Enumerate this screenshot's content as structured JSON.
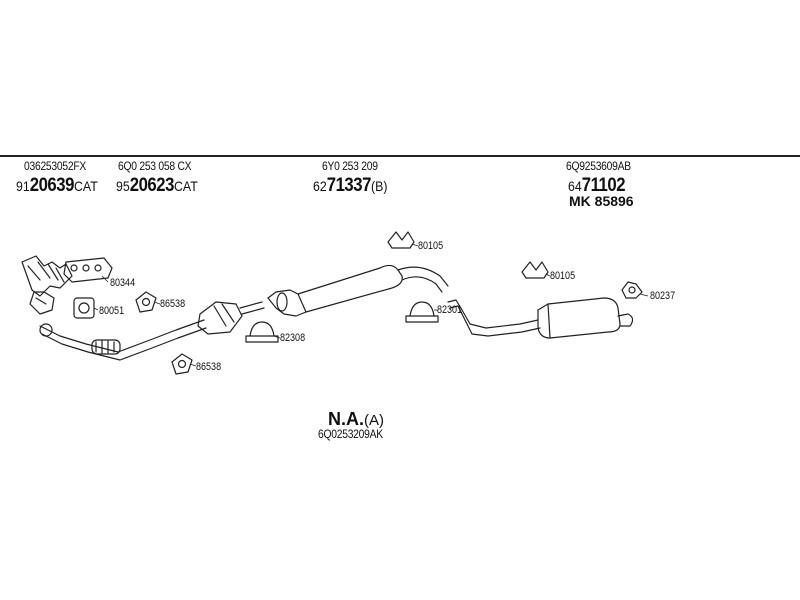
{
  "top_labels": {
    "col1": {
      "ref": "036253052FX",
      "code_prefix": "91",
      "code_main": "20639",
      "code_suffix": "CAT"
    },
    "col2": {
      "ref": "6Q0 253 058 CX",
      "code_prefix": "95",
      "code_main": "20623",
      "code_suffix": "CAT"
    },
    "col3": {
      "ref": "6Y0 253 209",
      "code_prefix": "62",
      "code_main": "71337",
      "code_suffix": "(B)"
    },
    "col4": {
      "ref": "6Q9253609AB",
      "code_prefix": "64",
      "code_main": "71102",
      "code_suffix": "",
      "mk": "MK  85896"
    }
  },
  "callouts": {
    "c80344": "80344",
    "c80051": "80051",
    "c86538a": "86538",
    "c86538b": "86538",
    "c82308": "82308",
    "c80105a": "80105",
    "c82301": "82301",
    "c80105b": "80105",
    "c80237": "80237"
  },
  "bottom": {
    "na_main": "N.A.",
    "na_suffix": "(A)",
    "ref": "6Q0253209AK"
  }
}
